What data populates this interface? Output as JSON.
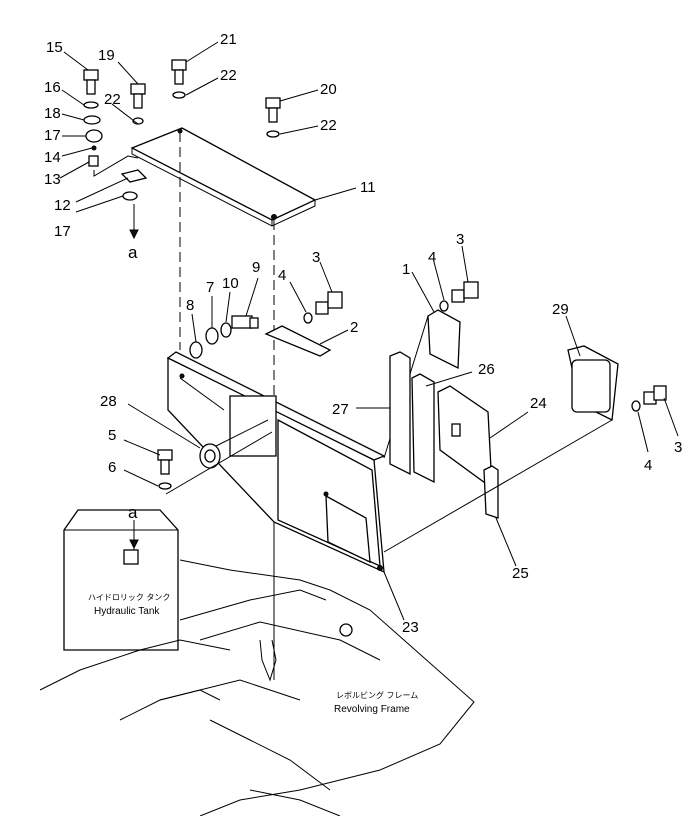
{
  "callouts": {
    "n1": "1",
    "n2": "2",
    "n3a": "3",
    "n3b": "3",
    "n3c": "3",
    "n4a": "4",
    "n4b": "4",
    "n4c": "4",
    "n5": "5",
    "n6": "6",
    "n7": "7",
    "n8": "8",
    "n9": "9",
    "n10": "10",
    "n11": "11",
    "n12": "12",
    "n13": "13",
    "n14": "14",
    "n15": "15",
    "n16": "16",
    "n17a": "17",
    "n17b": "17",
    "n18": "18",
    "n19": "19",
    "n20": "20",
    "n21": "21",
    "n22a": "22",
    "n22b": "22",
    "n22c": "22",
    "n23": "23",
    "n24": "24",
    "n25": "25",
    "n26": "26",
    "n27": "27",
    "n28": "28",
    "n29": "29"
  },
  "refs": {
    "a_top": "a",
    "a_tank": "a"
  },
  "labels": {
    "tank_jp": "ハイドロリック タンク",
    "tank_en": "Hydraulic Tank",
    "frame_jp": "レボルビング フレーム",
    "frame_en": "Revolving Frame"
  }
}
